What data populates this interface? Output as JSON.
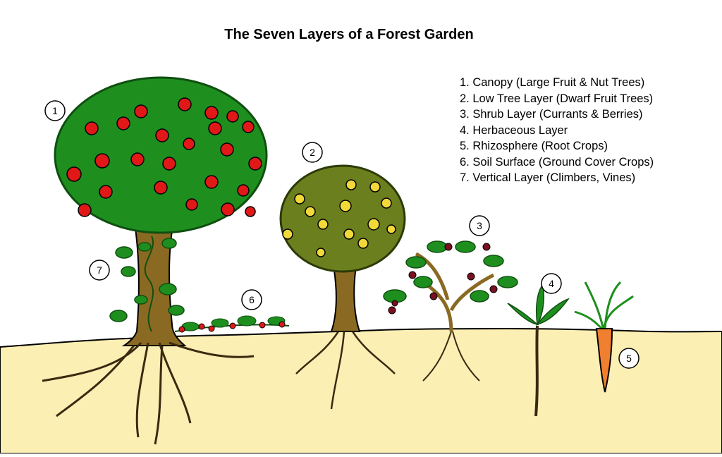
{
  "title": "The Seven Layers of a Forest Garden",
  "legend": [
    "1. Canopy (Large Fruit & Nut Trees)",
    "2. Low Tree Layer (Dwarf Fruit Trees)",
    "3. Shrub Layer (Currants & Berries)",
    "4. Herbaceous Layer",
    "5. Rhizosphere (Root Crops)",
    "6. Soil Surface (Ground Cover Crops)",
    "7. Vertical Layer (Climbers, Vines)"
  ],
  "markers": [
    "1",
    "2",
    "3",
    "4",
    "5",
    "6",
    "7"
  ],
  "colors": {
    "soil": "#fcefb4",
    "foliage": "#1e8f1e",
    "foliage_dark": "#0f4f10",
    "olive_foliage": "#6b7f1e",
    "trunk": "#8a6a22",
    "red_fruit": "#e01818",
    "yellow_fruit": "#f2d93a",
    "berry": "#7a1020",
    "carrot": "#f08030"
  }
}
